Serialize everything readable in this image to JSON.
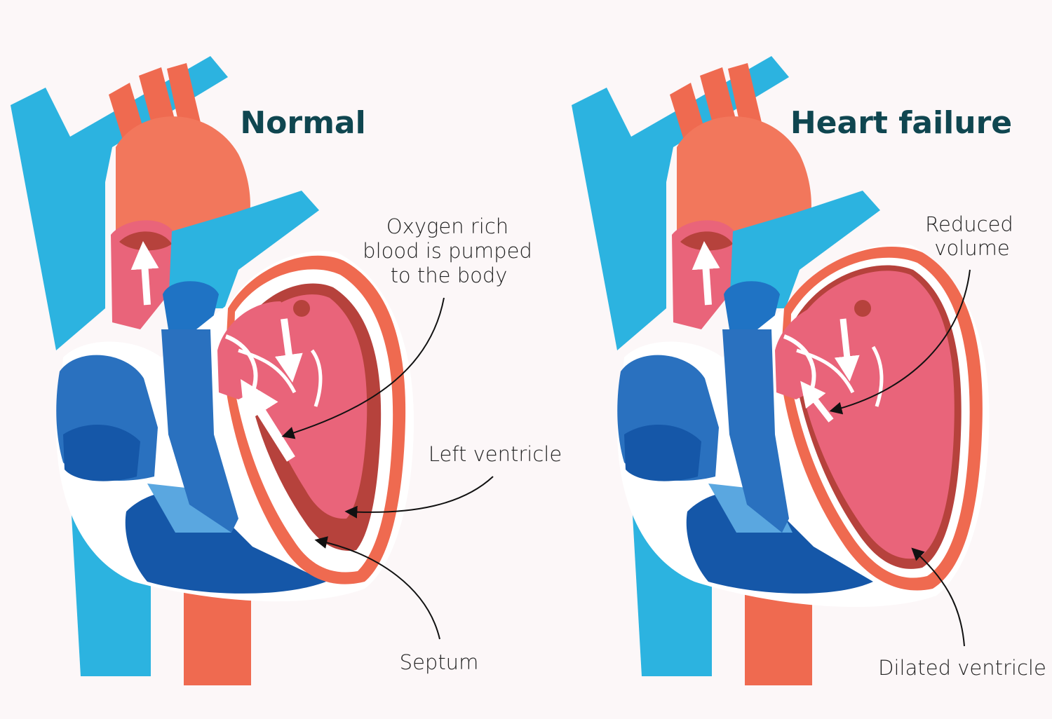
{
  "colors": {
    "background": "#fcf7f8",
    "vein_light_blue": "#2cb3e0",
    "chamber_blue": "#2a71bf",
    "chamber_dark_blue": "#1557a8",
    "artery_red": "#ef6a50",
    "aorta_red": "#f2775c",
    "ventricle_pink": "#e9647a",
    "muscle_dark": "#b6423c",
    "outline_white": "#ffffff",
    "title_teal": "#0f4650"
  },
  "panels": [
    {
      "title": "Normal",
      "labels": {
        "oxygen_line1": "Oxygen rich",
        "oxygen_line2": "blood is pumped",
        "oxygen_line3": "to the body",
        "left_ventricle": "Left ventricle",
        "septum": "Septum"
      }
    },
    {
      "title": "Heart failure",
      "labels": {
        "reduced_line1": "Reduced",
        "reduced_line2": "volume",
        "dilated_ventricle": "Dilated ventricle"
      }
    }
  ]
}
